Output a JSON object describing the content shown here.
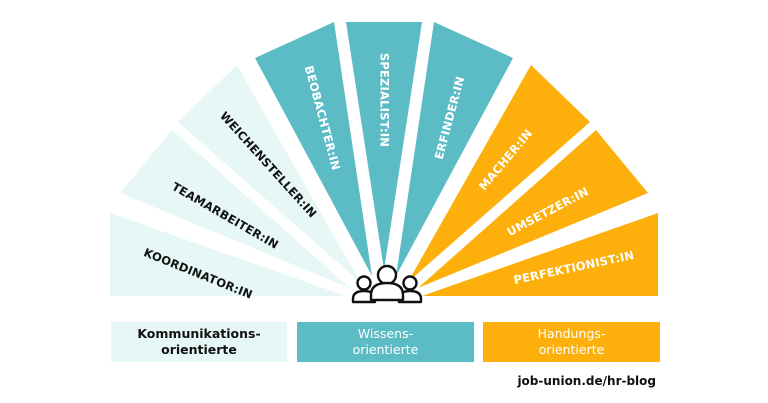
{
  "colors": {
    "communication": "#e6f7f6",
    "knowledge": "#5cbcc6",
    "action": "#fdb00c",
    "text_dark": "#111111",
    "text_light": "#ffffff"
  },
  "roles": [
    {
      "label": "KOORDINATOR:IN",
      "group": "communication"
    },
    {
      "label": "TEAMARBEITER:IN",
      "group": "communication"
    },
    {
      "label": "WEICHENSTELLER:IN",
      "group": "communication"
    },
    {
      "label": "BEOBACHTER:IN",
      "group": "knowledge"
    },
    {
      "label": "SPEZIALIST:IN",
      "group": "knowledge"
    },
    {
      "label": "ERFINDER:IN",
      "group": "knowledge"
    },
    {
      "label": "MACHER:IN",
      "group": "action"
    },
    {
      "label": "UMSETZER:IN",
      "group": "action"
    },
    {
      "label": "PERFEKTIONIST:IN",
      "group": "action"
    }
  ],
  "center_icon": "people-group-icon",
  "legend": {
    "communication": "Kommunikations-\norientierte",
    "knowledge": "Wissens-\norientierte",
    "action": "Handungs-\norientierte"
  },
  "footer": {
    "link": "job-union.de/hr-blog"
  }
}
